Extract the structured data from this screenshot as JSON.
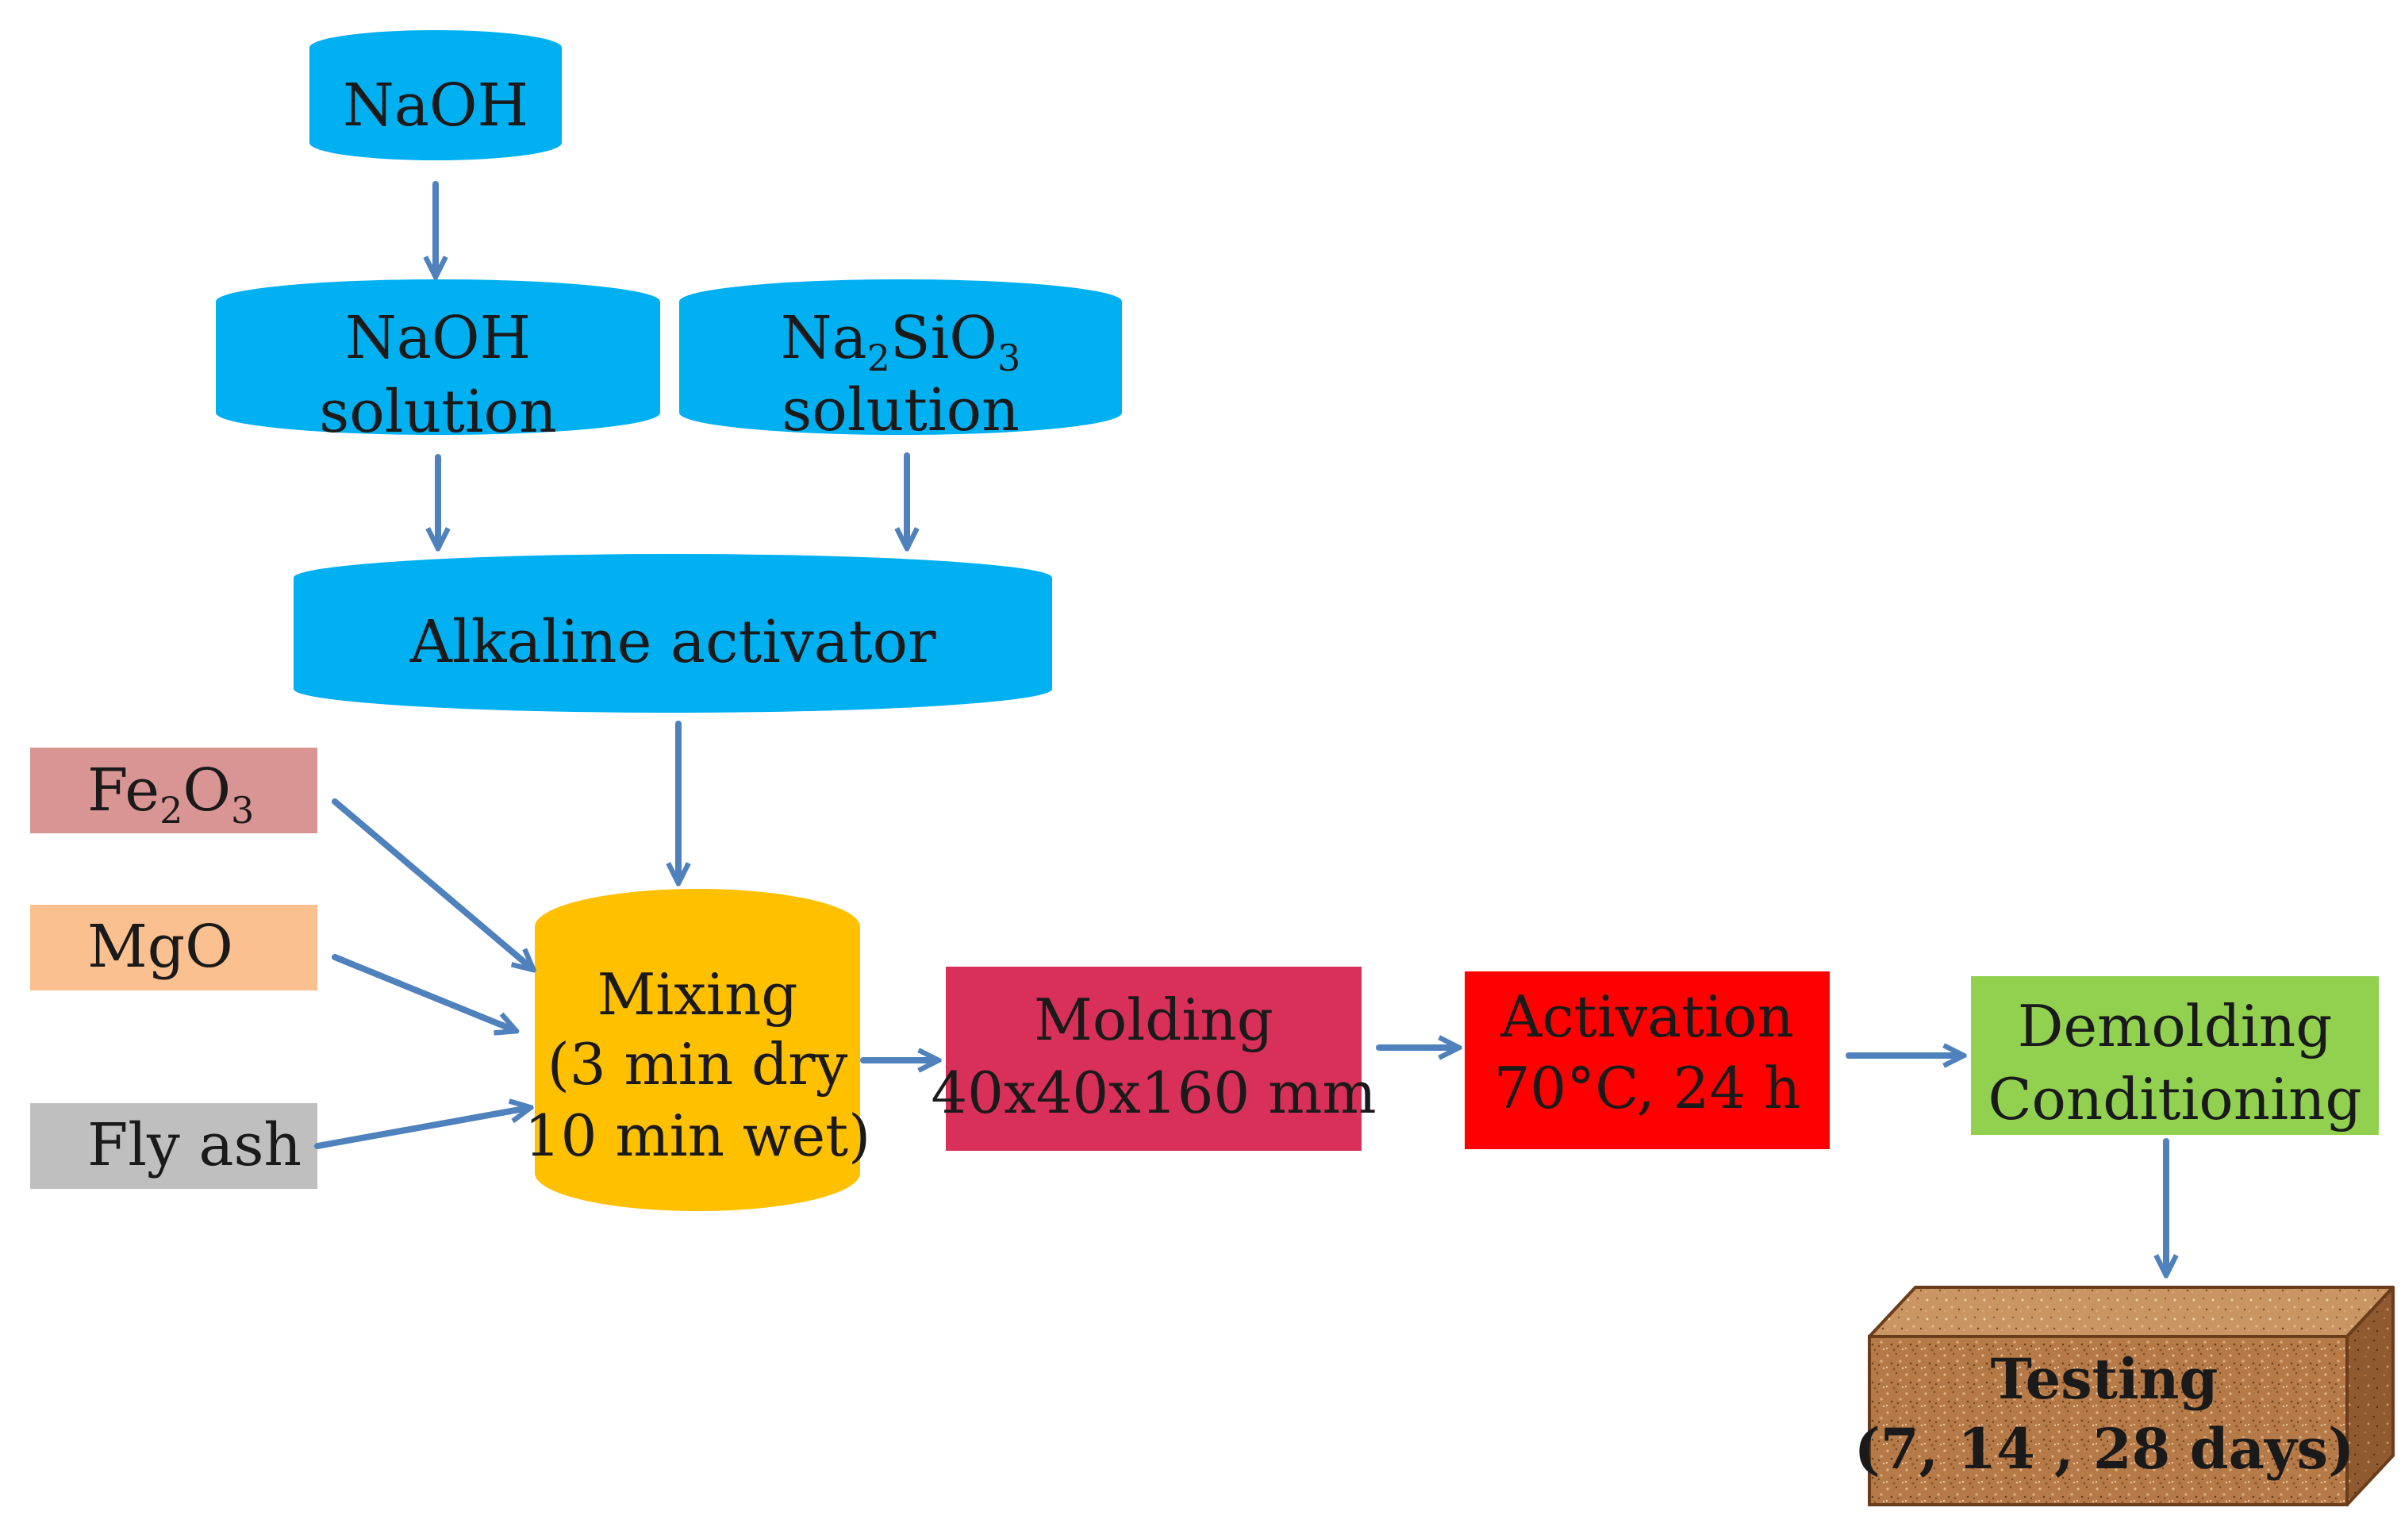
{
  "nodes": {
    "naoh": {
      "label": "NaOH"
    },
    "naoh_solution": {
      "line1": "NaOH",
      "line2": "solution"
    },
    "na2sio3_solution": {
      "line1_a": "Na",
      "line1_sub1": "2",
      "line1_b": "SiO",
      "line1_sub2": "3",
      "line2": "solution"
    },
    "alkaline_activator": {
      "label": "Alkaline activator"
    },
    "fe2o3": {
      "a": "Fe",
      "sub1": "2",
      "b": "O",
      "sub2": "3"
    },
    "mgo": {
      "label": "MgO"
    },
    "fly_ash": {
      "label": "Fly ash"
    },
    "mixing": {
      "line1": "Mixing",
      "line2": "(3 min dry",
      "line3": "10 min wet)"
    },
    "molding": {
      "line1": "Molding",
      "line2": "40x40x160 mm"
    },
    "activation": {
      "line1": "Activation",
      "line2": "70°C, 24 h"
    },
    "demolding": {
      "line1": "Demolding",
      "line2": "Conditioning"
    },
    "testing": {
      "line1": "Testing",
      "line2": "(7, 14 , 28 days)"
    }
  },
  "colors": {
    "cyan": "#00b0f0",
    "fe2o3": "#d99594",
    "mgo": "#fac090",
    "fly_ash": "#bfbfbf",
    "mixing": "#ffc000",
    "molding": "#d9305a",
    "activation": "#ff0000",
    "demolding": "#92d050",
    "arrow": "#4f81bd",
    "brick_front": "#b57a48",
    "brick_top": "#c99563",
    "brick_side": "#8f5a30",
    "brick_edge": "#6b3d1a"
  }
}
